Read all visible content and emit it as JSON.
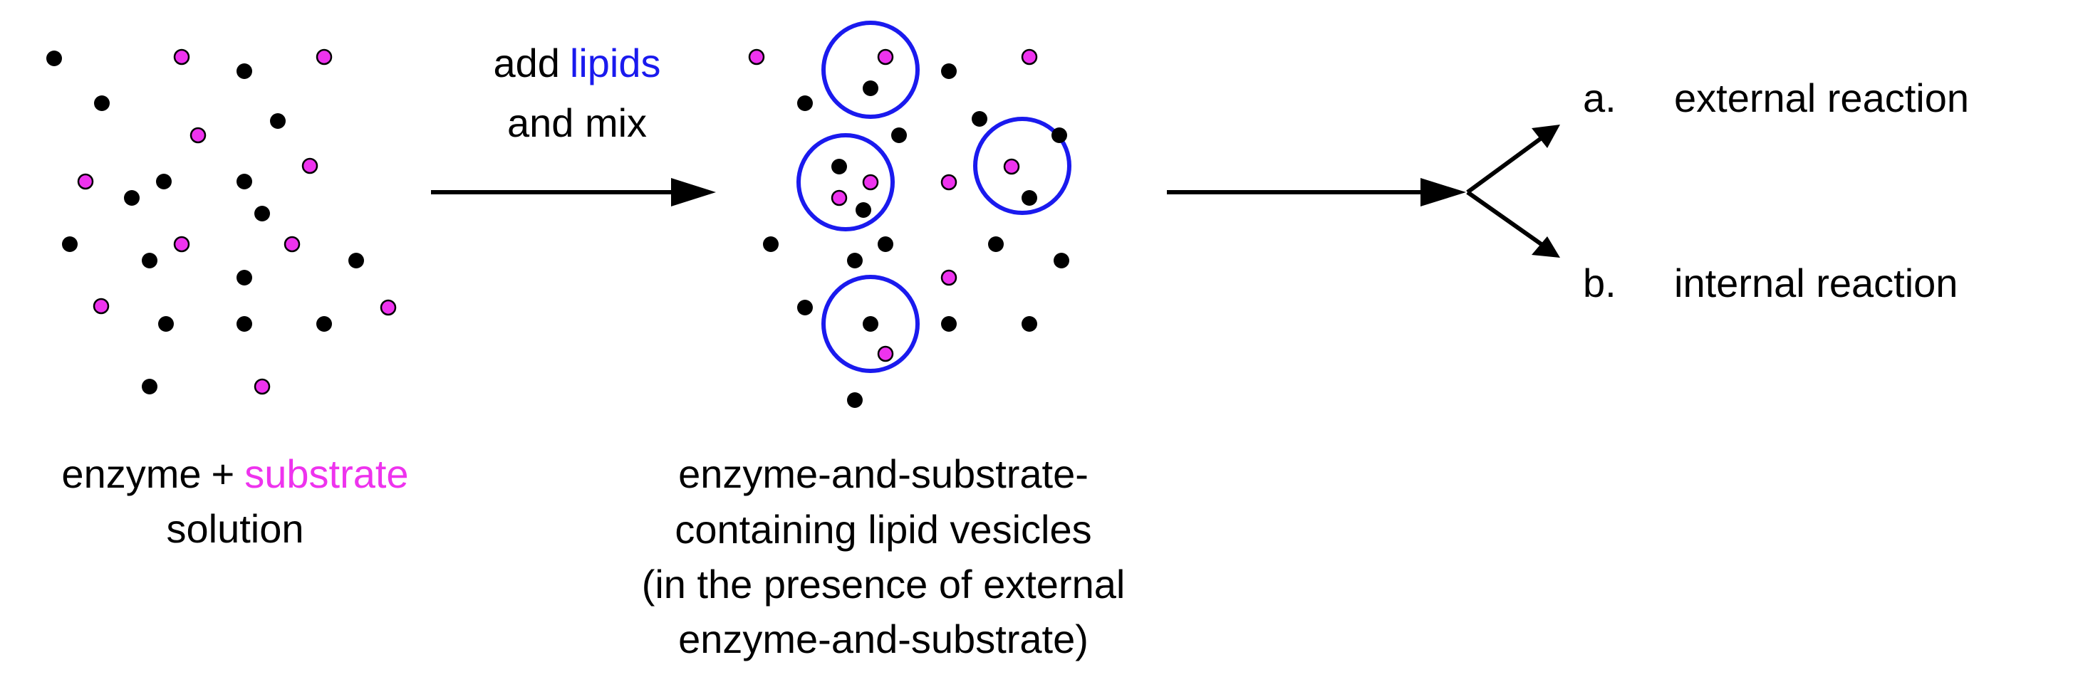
{
  "colors": {
    "enzyme": "#000000",
    "substrate": "#ee33ee",
    "lipid": "#1a1aee",
    "text": "#000000"
  },
  "legend": {
    "enzyme_label": "enzyme",
    "plus": "+",
    "substrate_label": "substrate",
    "solution_label": "solution"
  },
  "step1": {
    "verb": "add",
    "lipids_label": "lipids",
    "and_mix": "and mix"
  },
  "vesicle_caption": {
    "line1": "enzyme-and-substrate-",
    "line2": "containing lipid vesicles",
    "line3": "(in the presence of external",
    "line4": "enzyme-and-substrate)"
  },
  "outcomes": [
    {
      "letter": "a.",
      "label": "external reaction"
    },
    {
      "letter": "b.",
      "label": "internal reaction"
    }
  ]
}
